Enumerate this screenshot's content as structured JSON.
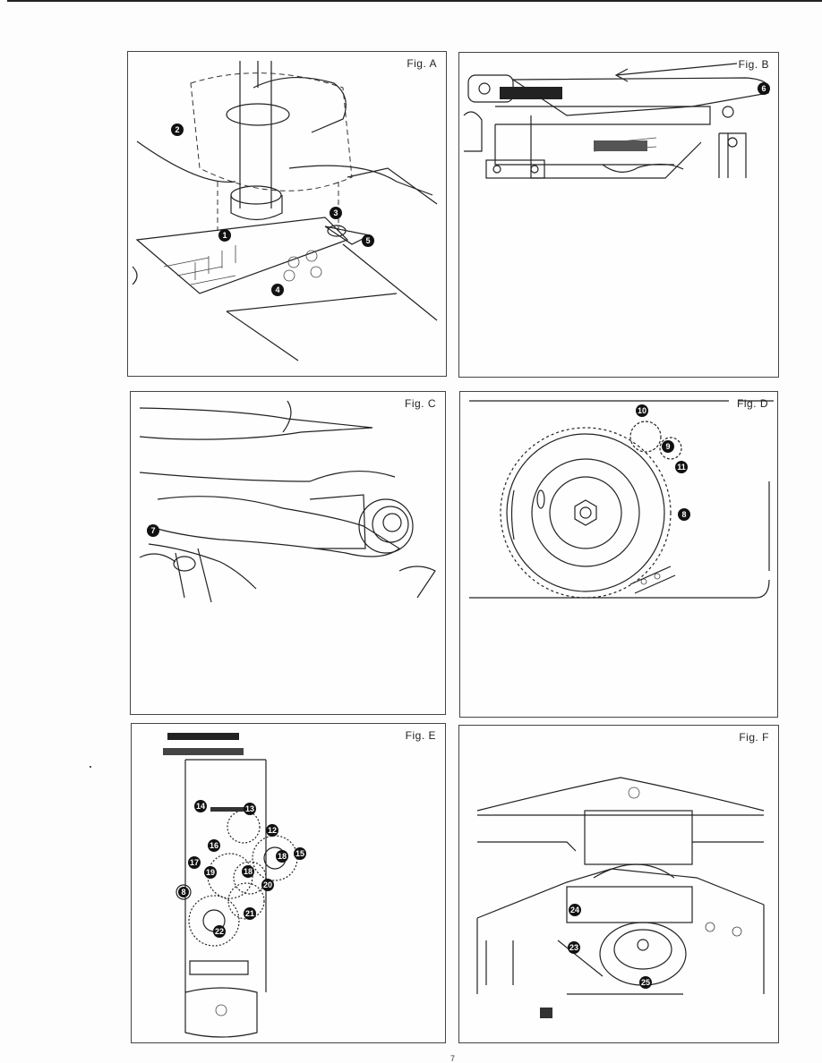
{
  "page": {
    "number": "7"
  },
  "figures": [
    {
      "id": "A",
      "label": "Fig. A",
      "callouts": [
        "1",
        "2",
        "3",
        "4",
        "5"
      ]
    },
    {
      "id": "B",
      "label": "Fig. B",
      "callouts": [
        "6"
      ]
    },
    {
      "id": "C",
      "label": "Fig. C",
      "callouts": [
        "7"
      ]
    },
    {
      "id": "D",
      "label": "Fig. D",
      "callouts": [
        "8",
        "9",
        "10",
        "11"
      ]
    },
    {
      "id": "E",
      "label": "Fig. E",
      "callouts": [
        "12",
        "13",
        "14",
        "15",
        "16",
        "17",
        "18",
        "19",
        "20",
        "21",
        "22"
      ]
    },
    {
      "id": "F",
      "label": "Fig. F",
      "callouts": [
        "23",
        "24",
        "25"
      ]
    }
  ]
}
